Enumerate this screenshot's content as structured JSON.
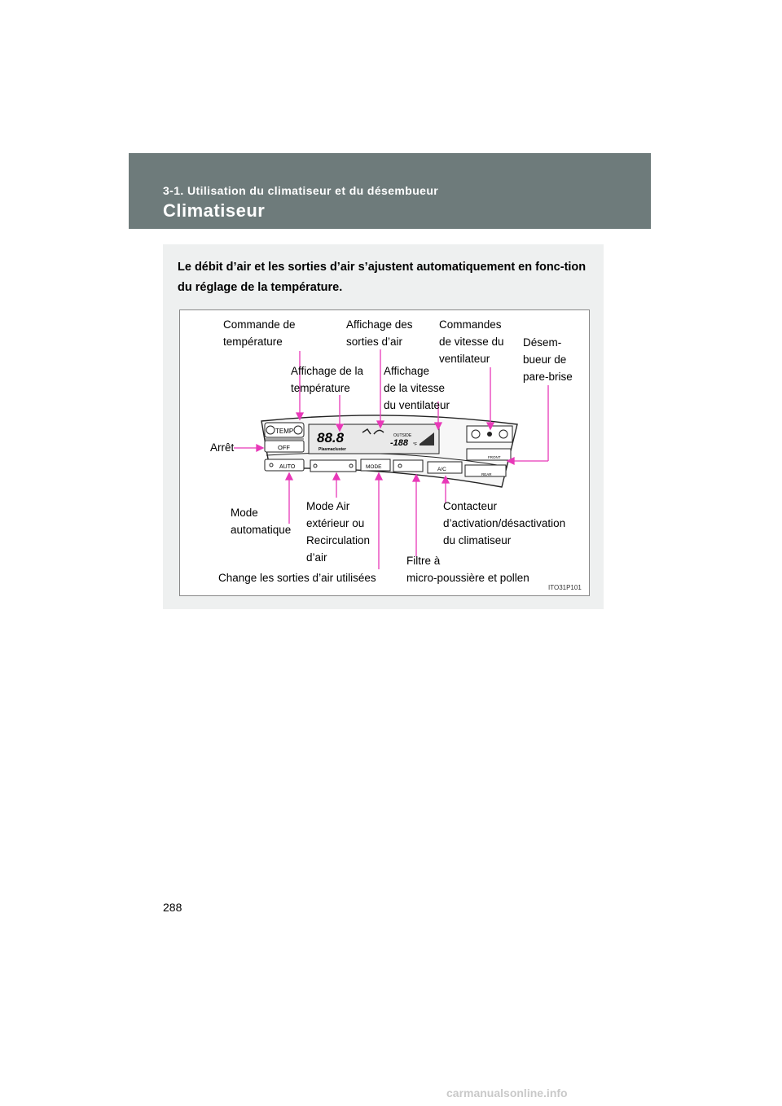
{
  "header": {
    "section": "3-1.  Utilisation du climatiseur et du désembueur",
    "title": "Climatiseur"
  },
  "intro": "Le débit d’air et les sorties d’air s’ajustent automatiquement en fonc-tion du réglage de la température.",
  "figure": {
    "labels": {
      "commande_temp_1": "Commande de",
      "commande_temp_2": "température",
      "affichage_sorties_1": "Affichage des",
      "affichage_sorties_2": "sorties d’air",
      "commandes_vitesse_1": "Commandes",
      "commandes_vitesse_2": "de vitesse du",
      "commandes_vitesse_3": "ventilateur",
      "desembueur_1": "Désem-",
      "desembueur_2": "bueur de",
      "desembueur_3": "pare-brise",
      "affichage_temp_1": "Affichage de la",
      "affichage_temp_2": "température",
      "affichage_vitesse_1": "Affichage",
      "affichage_vitesse_2": "de la vitesse",
      "affichage_vitesse_3": "du ventilateur",
      "arret": "Arrêt",
      "mode_auto_1": "Mode",
      "mode_auto_2": "automatique",
      "mode_air_1": "Mode Air",
      "mode_air_2": "extérieur ou",
      "mode_air_3": "Recirculation",
      "mode_air_4": "d’air",
      "contacteur_1": "Contacteur",
      "contacteur_2": "d’activation/désactivation",
      "contacteur_3": "du climatiseur",
      "filtre_1": "Filtre à",
      "filtre_2": "micro-poussière et pollen",
      "change_sorties": "Change les sorties d’air utilisées"
    },
    "panel_text": {
      "temp": "TEMP",
      "off": "OFF",
      "auto": "AUTO",
      "mode": "MODE",
      "ac": "A/C",
      "outside": "OUTSIDE",
      "temp_display": "88.8",
      "outside_display": "-188",
      "unit": "°F",
      "brand": "Plasmacluster",
      "front": "FRONT",
      "rear": "REAR"
    },
    "code": "ITO31P101",
    "colors": {
      "pointer": "#e838b8",
      "header": "#6e7b7b"
    }
  },
  "page_number": "288",
  "footer": "carmanualsonline.info"
}
